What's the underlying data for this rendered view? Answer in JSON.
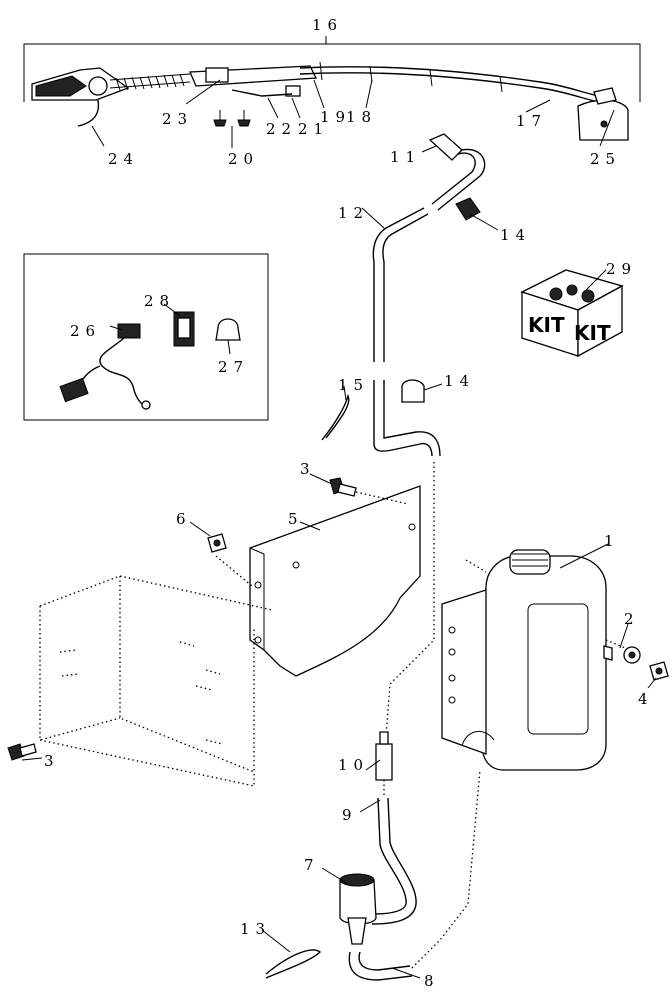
{
  "callouts": [
    {
      "id": "c1",
      "text": "1"
    },
    {
      "id": "c2",
      "text": "2"
    },
    {
      "id": "c3a",
      "text": "3"
    },
    {
      "id": "c3b",
      "text": "3"
    },
    {
      "id": "c4",
      "text": "4"
    },
    {
      "id": "c5",
      "text": "5"
    },
    {
      "id": "c6",
      "text": "6"
    },
    {
      "id": "c7",
      "text": "7"
    },
    {
      "id": "c8",
      "text": "8"
    },
    {
      "id": "c9",
      "text": "9"
    },
    {
      "id": "c10",
      "text": "10"
    },
    {
      "id": "c11",
      "text": "11"
    },
    {
      "id": "c12",
      "text": "12"
    },
    {
      "id": "c13",
      "text": "13"
    },
    {
      "id": "c14a",
      "text": "14"
    },
    {
      "id": "c14b",
      "text": "14"
    },
    {
      "id": "c15",
      "text": "15"
    },
    {
      "id": "c16",
      "text": "16"
    },
    {
      "id": "c17",
      "text": "17"
    },
    {
      "id": "c18",
      "text": "18"
    },
    {
      "id": "c19",
      "text": "19"
    },
    {
      "id": "c20",
      "text": "20"
    },
    {
      "id": "c21",
      "text": "21"
    },
    {
      "id": "c22",
      "text": "22"
    },
    {
      "id": "c23",
      "text": "23"
    },
    {
      "id": "c24",
      "text": "24"
    },
    {
      "id": "c25",
      "text": "25"
    },
    {
      "id": "c26",
      "text": "26"
    },
    {
      "id": "c27",
      "text": "27"
    },
    {
      "id": "c28",
      "text": "28"
    },
    {
      "id": "c29",
      "text": "29"
    }
  ],
  "kit_box": {
    "face_left": "KIT",
    "face_right": "KIT"
  }
}
